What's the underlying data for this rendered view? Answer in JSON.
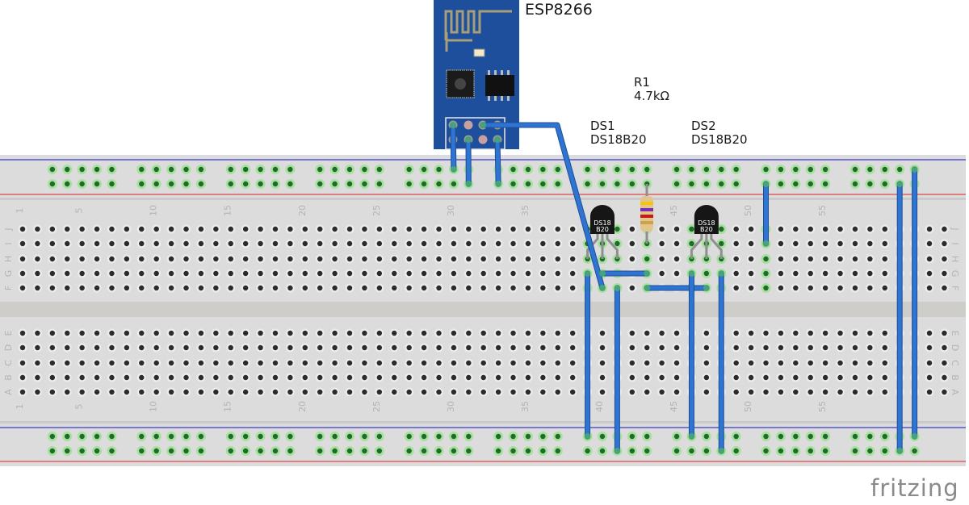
{
  "app": "fritzing",
  "logo_text": "fritzing",
  "breadboard": {
    "columns": 63,
    "column_number_labels": [
      "1",
      "5",
      "10",
      "15",
      "20",
      "25",
      "30",
      "35",
      "40",
      "45",
      "50",
      "55"
    ],
    "top_block_rows": [
      "J",
      "I",
      "H",
      "G",
      "F"
    ],
    "bottom_block_rows": [
      "E",
      "D",
      "C",
      "B",
      "A"
    ],
    "rail_line_colors": {
      "negative": "#3b3bc8",
      "positive": "#d84848"
    }
  },
  "components": {
    "esp": {
      "label": "ESP8266",
      "board_color": "#1d4f9c"
    },
    "r1": {
      "designator": "R1",
      "value": "4.7kΩ",
      "bands": [
        "#f2c416",
        "#7a2fb0",
        "#c41a1a",
        "#c9a24a"
      ]
    },
    "ds1": {
      "designator": "DS1",
      "part": "DS18B20",
      "body_text_1": "DS18",
      "body_text_2": "B20"
    },
    "ds2": {
      "designator": "DS2",
      "part": "DS18B20",
      "body_text_1": "DS18",
      "body_text_2": "B20"
    }
  },
  "wire_color": "#2f74d0",
  "connections": [
    {
      "from": "ESP8266 pin top-1",
      "to": "top rail row 1, col 30"
    },
    {
      "from": "ESP8266 pin bottom-2",
      "to": "top rail row 2, col 31"
    },
    {
      "from": "ESP8266 pin bottom-4",
      "to": "top rail row 2, col 33"
    },
    {
      "from": "ESP8266 pin top-3",
      "to": "F40"
    },
    {
      "from": "G40",
      "to": "G43"
    },
    {
      "from": "F43",
      "to": "F47"
    },
    {
      "from": "G39",
      "to": "bottom rail row 1, col 39"
    },
    {
      "from": "F41",
      "to": "bottom rail row 2, col 41"
    },
    {
      "from": "G46",
      "to": "bottom rail row 1, col 46"
    },
    {
      "from": "G48",
      "to": "bottom rail row 2, col 48"
    },
    {
      "from": "top rail row 2, col 51",
      "to": "I51"
    },
    {
      "from": "top rail row 2, col 60",
      "to": "bottom rail row 2, col 60"
    },
    {
      "from": "top rail row 1, col 61",
      "to": "bottom rail row 1, col 61"
    }
  ]
}
